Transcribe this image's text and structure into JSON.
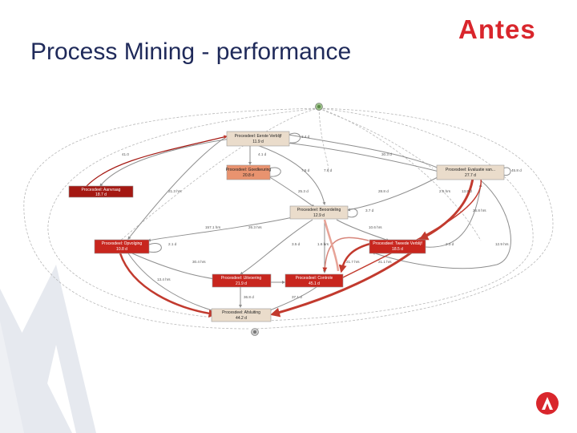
{
  "slide": {
    "title": "Process Mining - performance",
    "logo_text": "Antes"
  },
  "colors": {
    "title": "#1f2a5a",
    "brand_red": "#d9262c",
    "node_tan": "#eadccb",
    "node_salmon": "#e9936f",
    "node_red": "#c8261e",
    "node_dark_red": "#a41812",
    "edge_gray": "#8e8e8e",
    "edge_red": "#c23a2e",
    "watermark": "#e6e9ef"
  },
  "icons": {
    "start_event": "start-circle-icon",
    "end_event": "end-circle-icon",
    "footer_logo": "antes-a-logo-icon"
  },
  "diagram": {
    "nodes": [
      {
        "id": "n1",
        "label": "Procesdeel: Eerste Verblijf",
        "sub": "11.9 d"
      },
      {
        "id": "n2",
        "label": "Procesdeel: Goedkeuring",
        "sub": "20.8 d"
      },
      {
        "id": "n3",
        "label": "Procesdeel: Aanvraag",
        "sub": "18.7 d"
      },
      {
        "id": "n4",
        "label": "Procesdeel: Evaluatie van...",
        "sub": "27.7 d"
      },
      {
        "id": "n5",
        "label": "Procesdeel: Beoordeling",
        "sub": "12.9 d"
      },
      {
        "id": "n6",
        "label": "Procesdeel: Opvolging",
        "sub": "10.8 d"
      },
      {
        "id": "n7",
        "label": "Procesdeel: Tweede Verblijf",
        "sub": "18.5 d"
      },
      {
        "id": "n8",
        "label": "Procesdeel: Uitvoering",
        "sub": "21.9 d"
      },
      {
        "id": "n9",
        "label": "Procesdeel: Controle",
        "sub": "45.1 d"
      },
      {
        "id": "n10",
        "label": "Procesdeel: Afsluiting",
        "sub": "44.2 d"
      }
    ],
    "edge_labels": [
      "3.4 d",
      "41.0",
      "4.1 d",
      "30.3 d",
      "7.5 d",
      "7.6 d",
      "45.8 d",
      "21.3 hrs",
      "25.3 d",
      "28.8 d",
      "2.5 hrs",
      "13.8 d",
      "3.7 d",
      "26.8 hrs",
      "157.1 hrs",
      "26.3 hrs",
      "10.6 hrs",
      "2.1 d",
      "1.6 hrs",
      "2.3 d",
      "12.9 hrs",
      "3.5 d",
      "30.4 hrs",
      "21.7 hrs",
      "21.1 hrs",
      "13.4 hrs",
      "36.8 d",
      "37.1 d"
    ]
  }
}
